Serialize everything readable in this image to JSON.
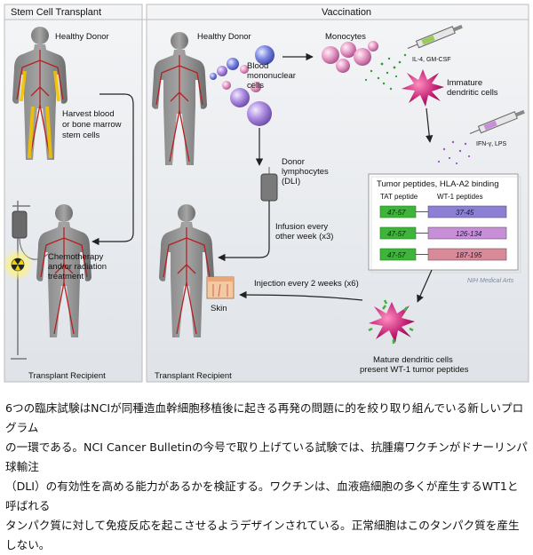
{
  "panels": {
    "left_title": "Stem Cell Transplant",
    "right_title": "Vaccination"
  },
  "left": {
    "healthy_donor": "Healthy Donor",
    "harvest": [
      "Harvest blood",
      "or bone marrow",
      "stem cells"
    ],
    "chemo": [
      "Chemotherapy",
      "and/or radiation",
      "treatment"
    ],
    "recipient": "Transplant Recipient"
  },
  "right": {
    "healthy_donor": "Healthy Donor",
    "blood_cells": [
      "Blood",
      "mononuclear",
      "cells"
    ],
    "monocytes": "Monocytes",
    "il4": "IL-4, GM-CSF",
    "immature_dc": [
      "Immature",
      "dendritic cells"
    ],
    "ifn": "IFN-γ, LPS",
    "donor_lymph": [
      "Donor",
      "lymphocytes",
      "(DLI)"
    ],
    "infusion": [
      "Infusion every",
      "other week (x3)"
    ],
    "injection": "Injection every 2 weeks (x6)",
    "skin": "Skin",
    "mature_dc": [
      "Mature dendritic cells",
      "present WT-1 tumor peptides"
    ],
    "recipient": "Transplant Recipient"
  },
  "peptides": {
    "title": "Tumor peptides, HLA-A2 binding",
    "tat_header": "TAT peptide",
    "wt1_header": "WT-1 peptides",
    "rows": [
      {
        "tat": "47-57",
        "wt1": "37-45",
        "color": "#8b7fd6"
      },
      {
        "tat": "47-57",
        "wt1": "126-134",
        "color": "#c88fd8"
      },
      {
        "tat": "47-57",
        "wt1": "187-195",
        "color": "#d98a98"
      }
    ],
    "tat_color": "#3fb43a",
    "credit": "NIH Medical Arts"
  },
  "caption": "6つの臨床試験はNCIが同種造血幹細胞移植後に起きる再発の問題に的を絞り取り組んでいる新しいプログラム\nの一環である。NCI Cancer Bulletinの今号で取り上げている試験では、抗腫瘍ワクチンがドナーリンパ球輸注\n（DLI）の有効性を高める能力があるかを検証する。ワクチンは、血液癌細胞の多くが産生するWT1と呼ばれる\nタンパク質に対して免疫反応を起こさせるようデザインされている。正常細胞はこのタンパク質を産生しない。",
  "colors": {
    "panel_bg": "#e9ecef",
    "body": "#8e8e8e",
    "vessel": "#b22222",
    "marrow": "#f2c200",
    "cell_blue": "#6f79d8",
    "cell_purple": "#b08ad6",
    "cell_pink": "#d98fc2",
    "dendritic": "#c21f73"
  }
}
